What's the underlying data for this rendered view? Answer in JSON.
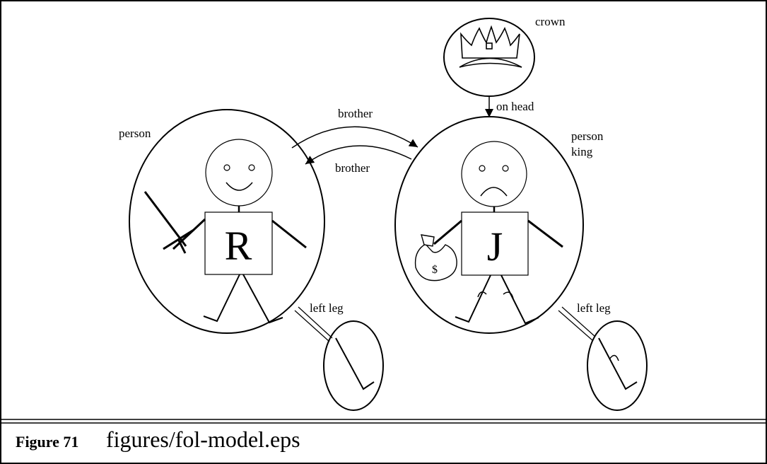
{
  "figure": {
    "label": "Figure 71",
    "filename": "figures/fol-model.eps"
  },
  "diagram": {
    "crown_label": "crown",
    "on_head_label": "on head",
    "brother_top_label": "brother",
    "brother_bottom_label": "brother",
    "richard": {
      "type_label": "person",
      "letter": "R",
      "left_leg_label": "left leg"
    },
    "john": {
      "type_label_1": "person",
      "type_label_2": "king",
      "letter": "J",
      "moneybag_symbol": "$",
      "left_leg_label": "left leg"
    }
  }
}
